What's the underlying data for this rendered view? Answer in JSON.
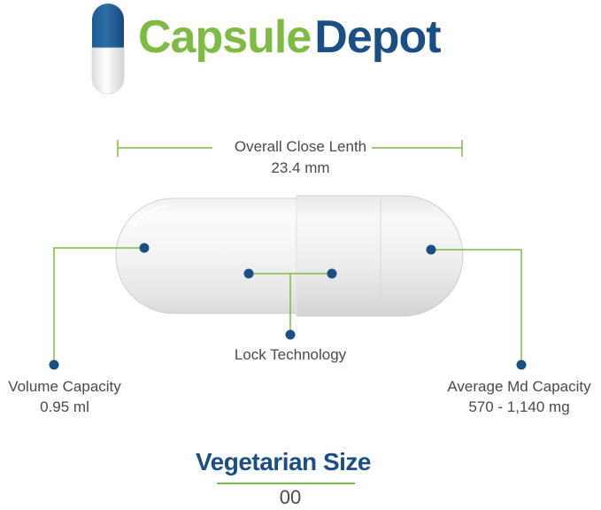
{
  "brand": {
    "word1": "Capsule",
    "word2": "Depot"
  },
  "colors": {
    "brand_green": "#7dbb42",
    "brand_blue": "#1a4f85",
    "dot_blue": "#1a4f85",
    "text": "#4a4a4a"
  },
  "icons": {
    "logo": "capsule-icon",
    "callout_dot": "dot-marker-icon"
  },
  "dimension": {
    "title": "Overall Close Lenth",
    "value": "23.4 mm"
  },
  "callouts": {
    "volume": {
      "title": "Volume Capacity",
      "value": "0.95 ml"
    },
    "lock": {
      "title": "Lock Technology"
    },
    "md_capacity": {
      "title": "Average Md Capacity",
      "value": "570 - 1,140 mg"
    }
  },
  "size": {
    "title": "Vegetarian Size",
    "value": "00"
  }
}
